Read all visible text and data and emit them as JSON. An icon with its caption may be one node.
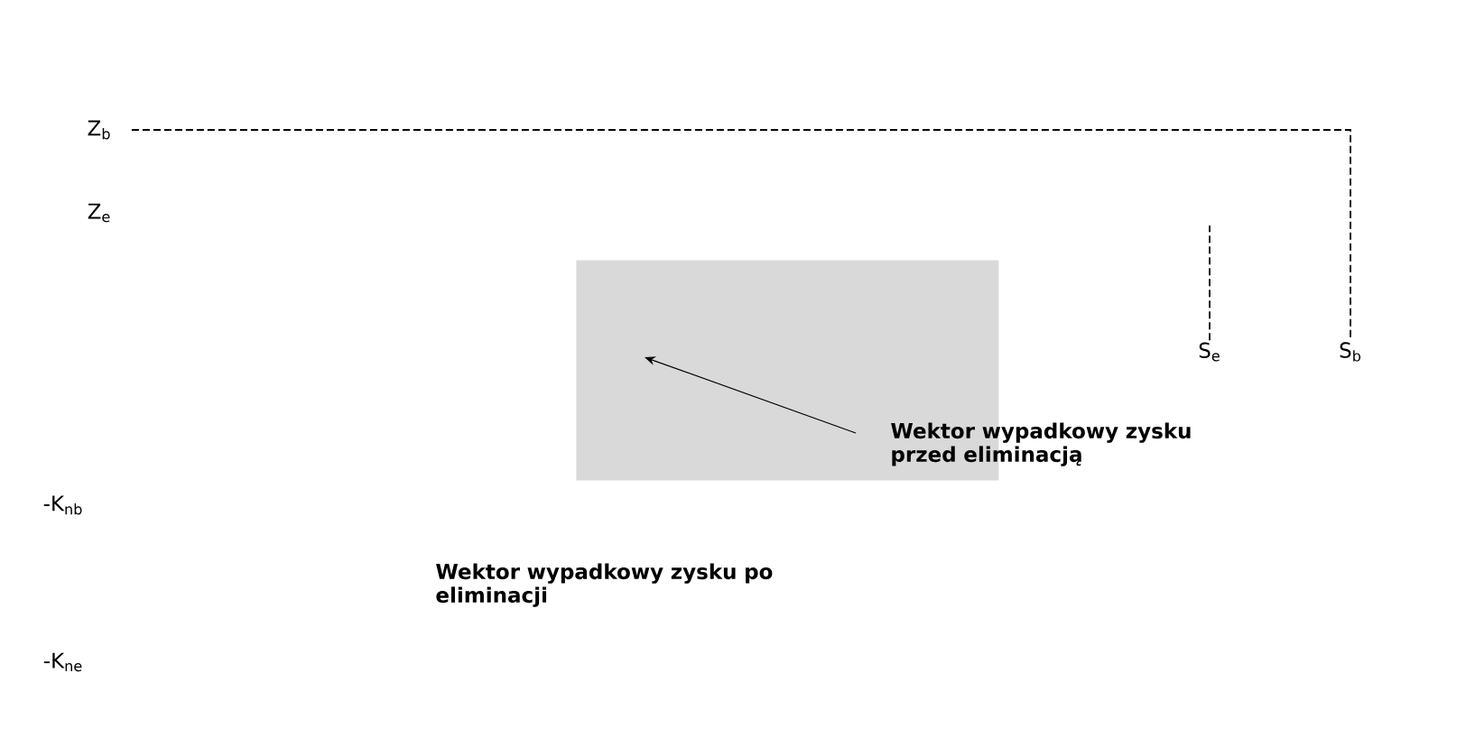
{
  "diagram": {
    "nodes": [
      {
        "text": [
          "Z$_{b}$"
        ]
      },
      {
        "text": [
          "S$_{b}$"
        ]
      },
      {
        "text": [
          "S$_{e}$"
        ]
      },
      {
        "text": [],
        "shape": "box"
      },
      {
        "text": [
          "Wektor wypadkowy zysku przed eliminacją"
        ]
      }
    ],
    "edges": [
      {
        "from": 0,
        "to": 1,
        "arrow": "none",
        "style": "dashed"
      },
      {
        "from": 2,
        "to": null,
        "arrow": "none",
        "style": "dashed"
      },
      {
        "from": 4,
        "to": 3,
        "arrow": "to"
      }
    ],
    "labels": [
      "Z$_{e}$",
      "-K$_{nb}$",
      "-K$_{ne}$",
      "Wektor wypadkowy zysku po eliminacji"
    ]
  }
}
